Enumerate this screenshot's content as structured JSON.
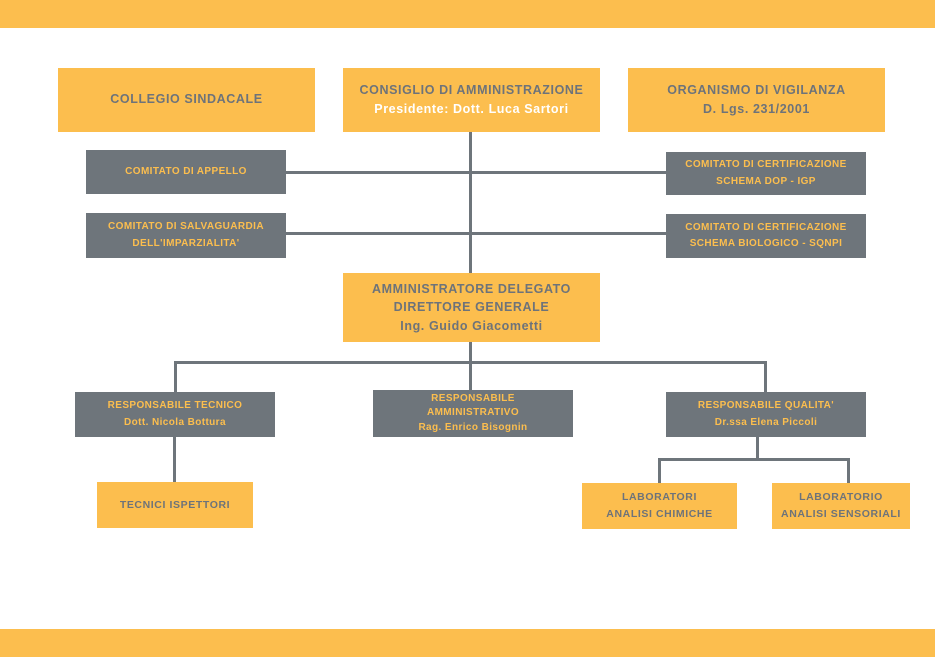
{
  "colors": {
    "orange": "#FCBE4E",
    "gray": "#6E757B",
    "text_gray": "#6D737A",
    "white": "#FFFFFF"
  },
  "chart": {
    "type": "org-chart",
    "nodes": {
      "collegio_sindacale": {
        "title": "COLLEGIO SINDACALE"
      },
      "consiglio_amministrazione": {
        "title": "CONSIGLIO DI AMMINISTRAZIONE",
        "subtitle": "Presidente: Dott. Luca Sartori"
      },
      "organismo_vigilanza": {
        "title": "ORGANISMO DI VIGILANZA",
        "subtitle": "D. Lgs. 231/2001"
      },
      "comitato_appello": {
        "title": "COMITATO DI APPELLO"
      },
      "comitato_cert_dop": {
        "line1": "COMITATO DI CERTIFICAZIONE",
        "line2": "SCHEMA DOP - IGP"
      },
      "comitato_salvaguardia": {
        "line1": "COMITATO DI SALVAGUARDIA",
        "line2": "DELL'IMPARZIALITA'"
      },
      "comitato_cert_bio": {
        "line1": "COMITATO DI CERTIFICAZIONE",
        "line2": "SCHEMA BIOLOGICO - SQNPI"
      },
      "amministratore_delegato": {
        "line1": "AMMINISTRATORE DELEGATO",
        "line2": "DIRETTORE GENERALE",
        "person": "Ing. Guido Giacometti"
      },
      "responsabile_tecnico": {
        "title": "RESPONSABILE TECNICO",
        "person": "Dott. Nicola Bottura"
      },
      "responsabile_amministrativo": {
        "line1": "RESPONSABILE",
        "line2": "AMMINISTRATIVO",
        "person": "Rag. Enrico Bisognin"
      },
      "responsabile_qualita": {
        "title": "RESPONSABILE QUALITA'",
        "person": "Dr.ssa Elena Piccoli"
      },
      "tecnici_ispettori": {
        "title": "TECNICI ISPETTORI"
      },
      "laboratori_chimiche": {
        "line1": "LABORATORI",
        "line2": "ANALISI CHIMICHE"
      },
      "laboratorio_sensoriali": {
        "line1": "LABORATORIO",
        "line2": "ANALISI SENSORIALI"
      }
    }
  }
}
